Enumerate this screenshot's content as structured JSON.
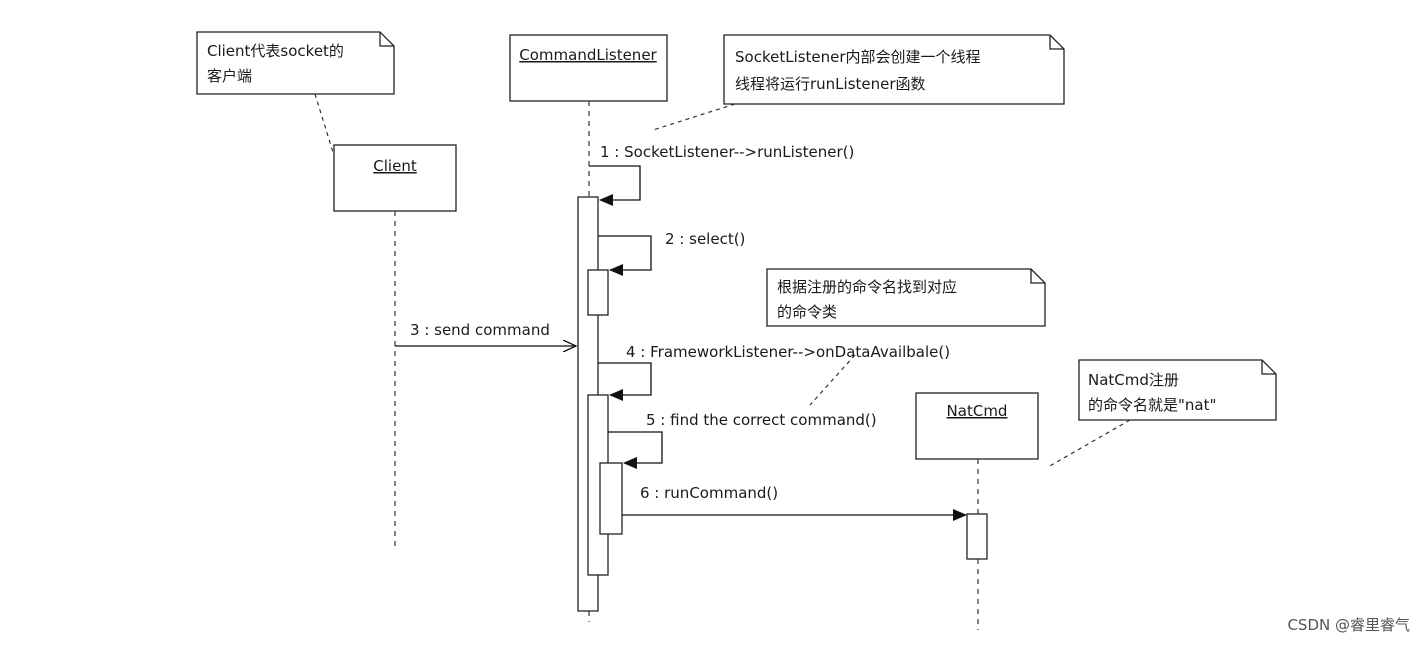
{
  "objects": {
    "client": "Client",
    "command_listener": "CommandListener",
    "natcmd": "NatCmd"
  },
  "messages": {
    "m1": "1 : SocketListener-->runListener()",
    "m2": "2 : select()",
    "m3": "3 : send command",
    "m4": "4 : FrameworkListener-->onDataAvailbale()",
    "m5": "5 : find the correct command()",
    "m6": "6 : runCommand()"
  },
  "notes": {
    "client_note": [
      "Client代表socket的",
      "客户端"
    ],
    "listener_note": [
      "SocketListener内部会创建一个线程",
      "线程将运行runListener函数"
    ],
    "command_note": [
      "根据注册的命令名找到对应",
      "的命令类"
    ],
    "natcmd_note": [
      "NatCmd注册",
      "的命令名就是\"nat\""
    ]
  },
  "watermark": "CSDN @睿里睿气"
}
